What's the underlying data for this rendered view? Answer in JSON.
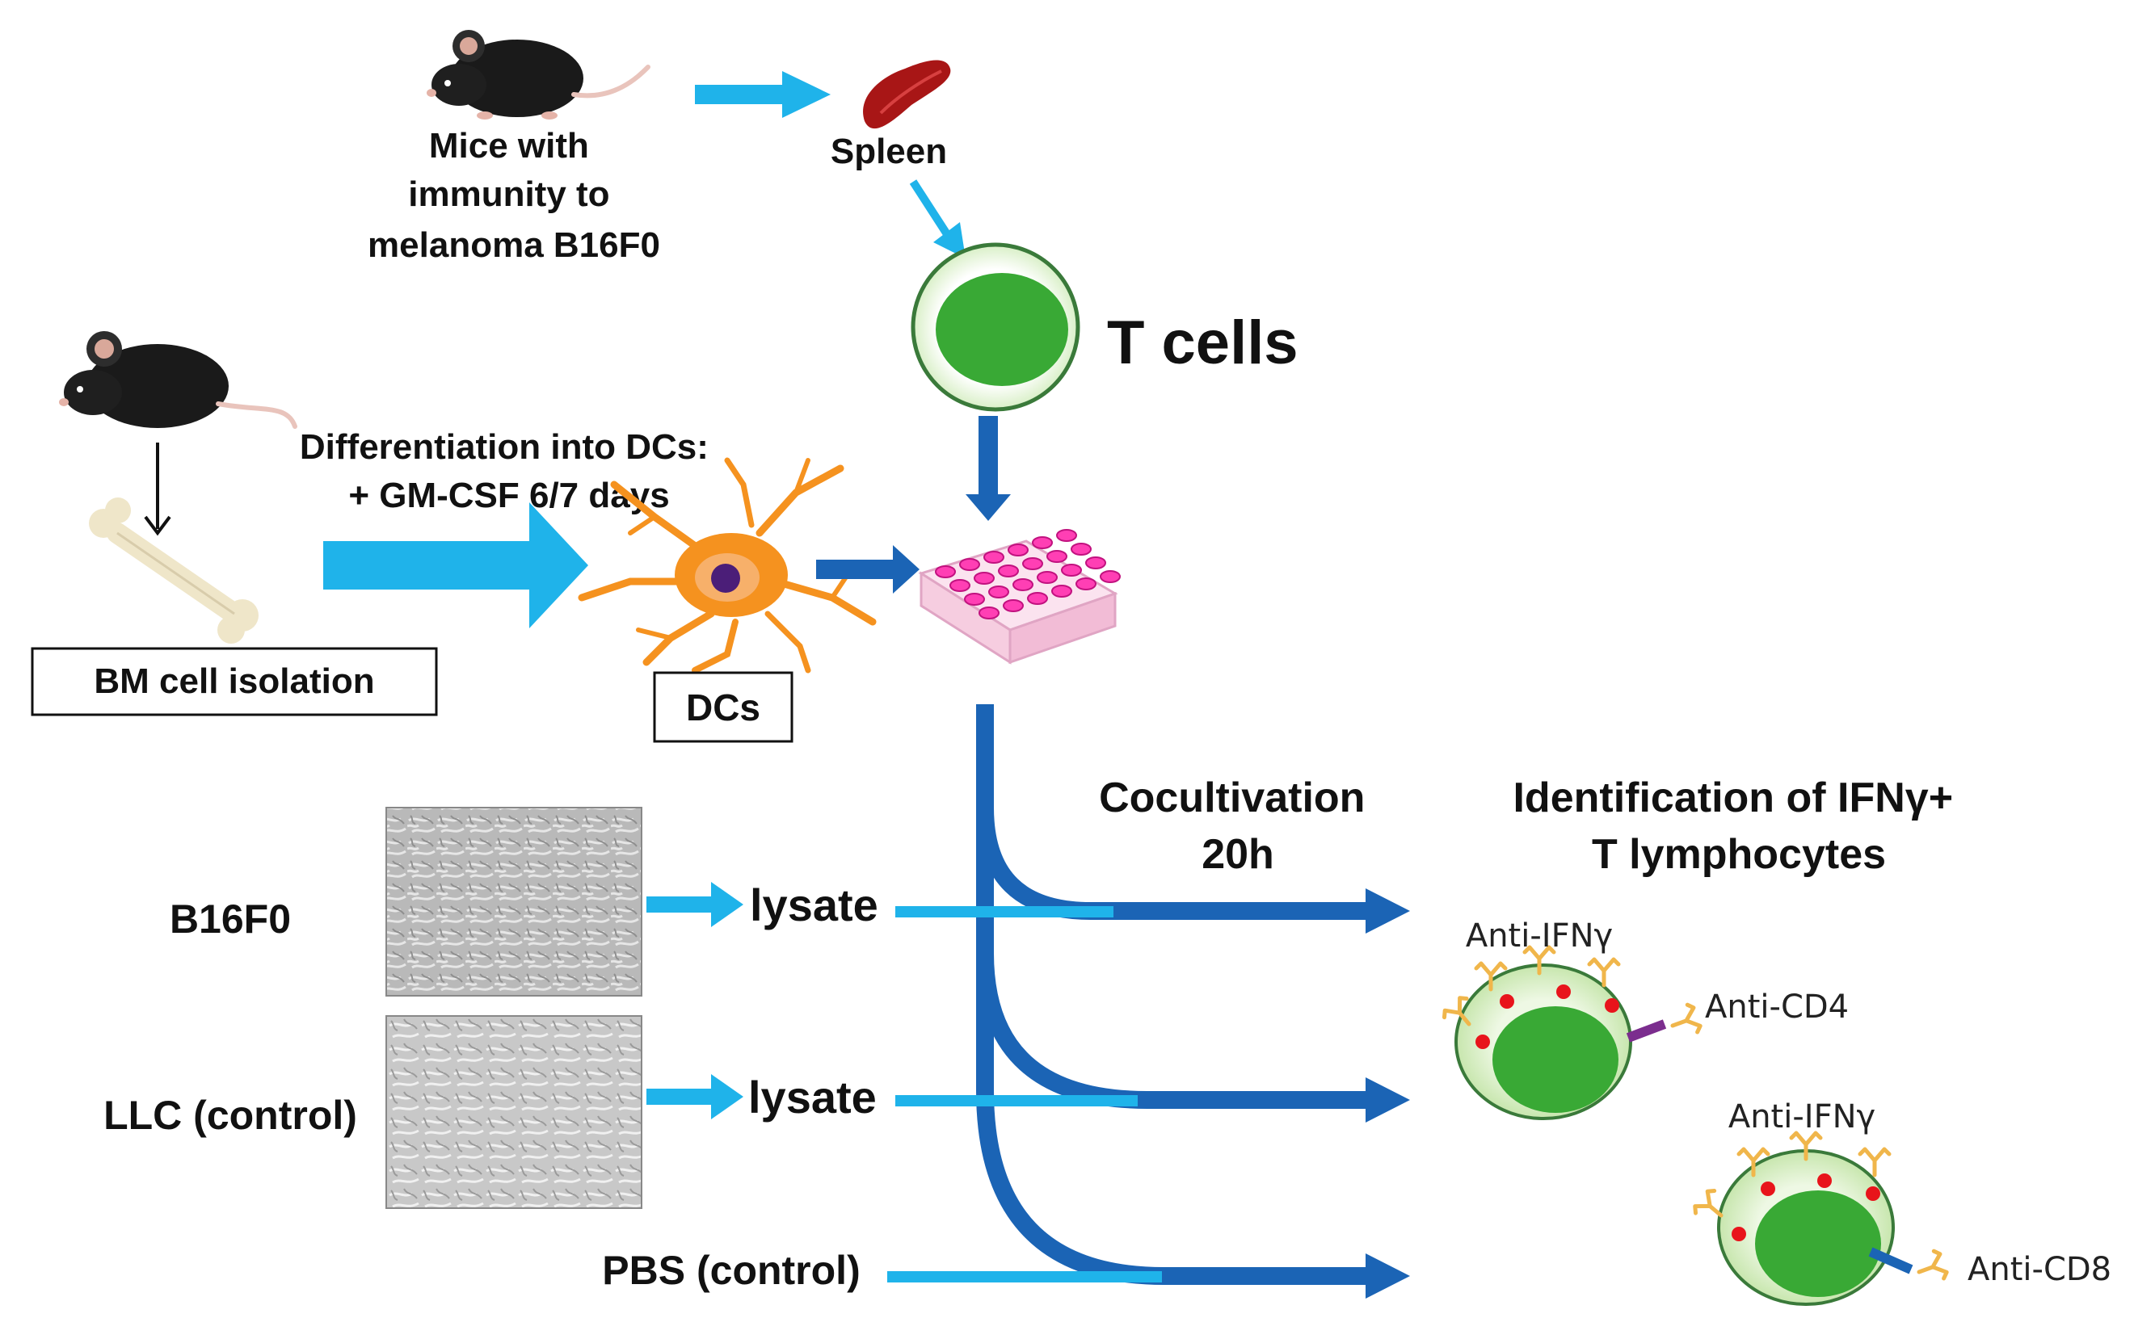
{
  "colors": {
    "light_arrow": "#1fb3ea",
    "dark_arrow": "#1b64b5",
    "cell_fill": "#d8efc6",
    "nucleus": "#39a935",
    "dc_body": "#f5921f",
    "plate_pink": "#ff3fb4",
    "ifn_dot": "#e8141b",
    "cd4_link": "#7b2d8e",
    "cd8_link": "#1b64b5",
    "antibody": "#f0b64b"
  },
  "labels": {
    "mice_immune": [
      "Mice with",
      "immunity to",
      "melanoma B16F0"
    ],
    "spleen": "Spleen",
    "t_cells": "T cells",
    "differentiation": [
      "Differentiation into DCs:",
      "+ GM-CSF 6/7 days"
    ],
    "bm_isolation": "BM cell isolation",
    "dcs": "DCs",
    "cocultivation": [
      "Cocultivation",
      "20h"
    ],
    "identification": [
      "Identification of IFNγ+",
      "T lymphocytes"
    ],
    "b16f0": "B16F0",
    "llc": "LLC (control)",
    "lysate": "lysate",
    "pbs": "PBS (control)",
    "anti_ifn": "Anti-IFNγ",
    "anti_cd4": "Anti-CD4",
    "anti_cd8": "Anti-CD8"
  },
  "icons": [
    "mouse-icon",
    "spleen-icon",
    "bone-icon",
    "dendritic-cell-icon",
    "well-plate-icon",
    "cell-micrograph-icon",
    "antibody-icon"
  ]
}
